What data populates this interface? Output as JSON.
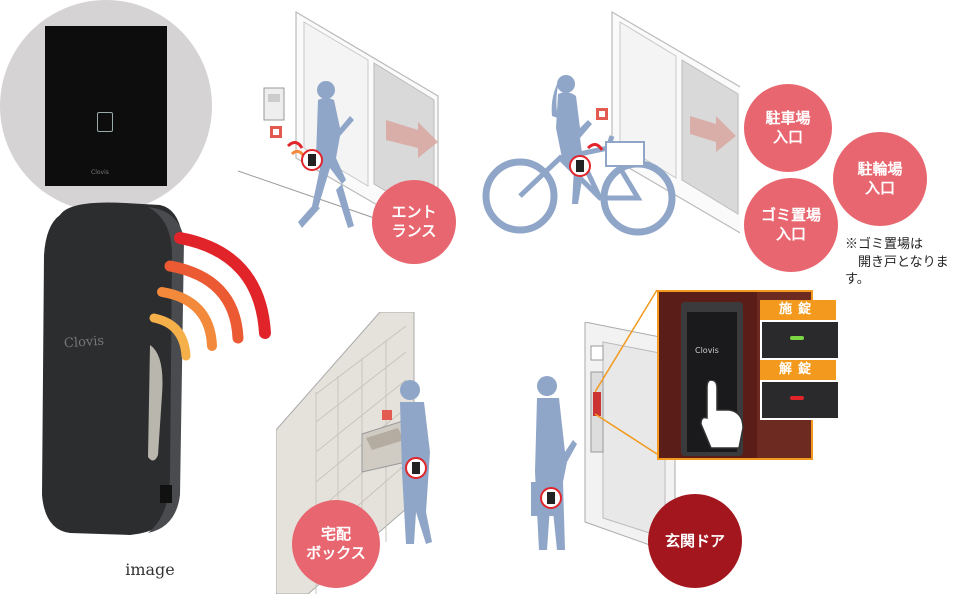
{
  "caption": "image",
  "small_device_brand": "Clovis",
  "device_brand": "Clovis",
  "detail_brand": "Clovis",
  "locations": {
    "entrance": "エント\nランス",
    "parking": "駐車場\n入口",
    "bicycle": "駐輪場\n入口",
    "garbage": "ゴミ置場\n入口",
    "delivery_box": "宅配\nボックス",
    "front_door": "玄関ドア"
  },
  "note": "※ゴミ置場は\n　開き戸となります。",
  "lock_labels": {
    "lock": "施錠",
    "unlock": "解錠"
  },
  "colors": {
    "pink_circle": "#e8666f",
    "dark_red_circle": "#a3161d",
    "silhouette": "#8fa6c8",
    "lock_label": "#f39a1e",
    "wave_red": "#e0242a",
    "wave_orange": "#f3a23a"
  }
}
